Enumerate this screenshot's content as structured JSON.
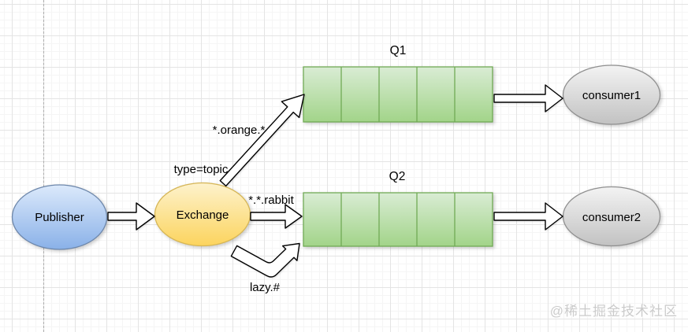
{
  "diagram": {
    "publisher": {
      "label": "Publisher"
    },
    "exchange": {
      "label": "Exchange",
      "type_label": "type=topic"
    },
    "queue1": {
      "label": "Q1",
      "segments": 5
    },
    "queue2": {
      "label": "Q2",
      "segments": 5
    },
    "consumer1": {
      "label": "consumer1"
    },
    "consumer2": {
      "label": "consumer2"
    },
    "bindings": {
      "orange": "*.orange.*",
      "rabbit": "*.*.rabbit",
      "lazy": "lazy.#"
    }
  },
  "watermark": {
    "text": "@稀土掘金技术社区"
  },
  "colors": {
    "publisher_top": "#dbe9fb",
    "publisher_bottom": "#8ab1e8",
    "publisher_stroke": "#6d87ab",
    "exchange_top": "#fdf2cc",
    "exchange_bottom": "#fcd45e",
    "exchange_stroke": "#d6b656",
    "queue_top": "#d9ecd4",
    "queue_bottom": "#a2d489",
    "queue_stroke": "#71aa55",
    "consumer_top": "#f3f3f3",
    "consumer_bottom": "#c2c2c2",
    "consumer_stroke": "#8f8f8f",
    "arrow_stroke": "#000000"
  }
}
